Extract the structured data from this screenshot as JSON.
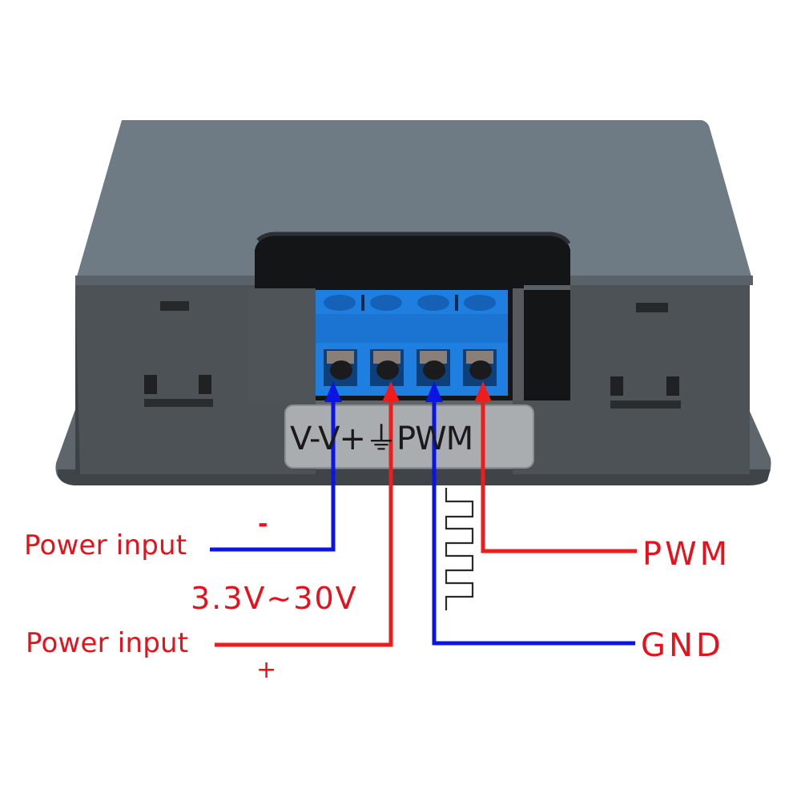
{
  "device": {
    "description": "PWM signal generator module, rear view with 4-pin blue screw terminal",
    "colors": {
      "case_top": "#6e7a84",
      "case_front": "#4d5257",
      "terminal_block": "#1e7fe0",
      "negative_wire": "#0a14e6",
      "positive_wire": "#ee1c1c",
      "label_text": "#e8101a",
      "background": "#ffffff"
    }
  },
  "terminal_strip": {
    "silkscreen_label": "V-V+⏚PWM",
    "pins": [
      {
        "index": 1,
        "marking": "V-",
        "wire_color": "blue",
        "connects_to": "Power input -"
      },
      {
        "index": 2,
        "marking": "V+",
        "wire_color": "red",
        "connects_to": "Power input +"
      },
      {
        "index": 3,
        "marking": "⏚",
        "wire_color": "blue",
        "connects_to": "GND"
      },
      {
        "index": 4,
        "marking": "PWM",
        "wire_color": "red",
        "connects_to": "PWM"
      }
    ]
  },
  "annotations": {
    "power_input_negative": {
      "label": "Power input",
      "sign": "-"
    },
    "voltage_range": "3.3V~30V",
    "power_input_positive": {
      "label": "Power input",
      "sign": "+"
    },
    "pwm_output": "PWM",
    "ground": "GND",
    "waveform_icon": "square-wave-icon"
  }
}
